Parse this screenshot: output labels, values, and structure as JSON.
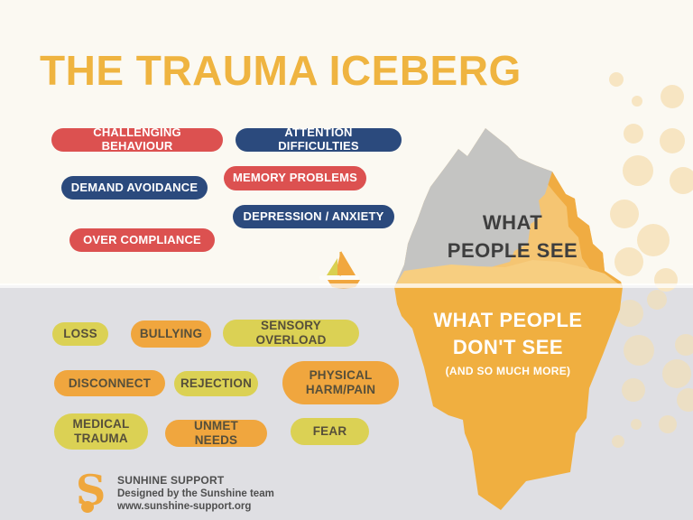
{
  "title": "THE TRAUMA ICEBERG",
  "above_water": {
    "heading_line1": "WHAT",
    "heading_line2": "PEOPLE SEE",
    "pills": [
      {
        "label": "CHALLENGING BEHAVIOUR",
        "color": "#DC5150"
      },
      {
        "label": "ATTENTION DIFFICULTIES",
        "color": "#2B4A7D"
      },
      {
        "label": "DEMAND AVOIDANCE",
        "color": "#2B4A7D"
      },
      {
        "label": "MEMORY PROBLEMS",
        "color": "#DC5150"
      },
      {
        "label": "DEPRESSION / ANXIETY",
        "color": "#2B4A7D"
      },
      {
        "label": "OVER COMPLIANCE",
        "color": "#DC5150"
      }
    ]
  },
  "below_water": {
    "heading_line1": "WHAT PEOPLE",
    "heading_line2": "DON'T SEE",
    "subheading": "(AND SO MUCH MORE)",
    "pills": [
      {
        "label": "LOSS",
        "color": "#DBD154"
      },
      {
        "label": "BULLYING",
        "color": "#F0A63E"
      },
      {
        "label": "SENSORY OVERLOAD",
        "color": "#DBD154"
      },
      {
        "label": "DISCONNECT",
        "color": "#F0A63E"
      },
      {
        "label": "REJECTION",
        "color": "#DBD154"
      },
      {
        "label": "PHYSICAL HARM/PAIN",
        "color": "#F0A63E"
      },
      {
        "label": "MEDICAL TRAUMA",
        "color": "#DBD154"
      },
      {
        "label": "UNMET NEEDS",
        "color": "#F0A63E"
      },
      {
        "label": "FEAR",
        "color": "#DBD154"
      }
    ]
  },
  "footer": {
    "brand": "SUNHINE SUPPORT",
    "byline": "Designed by the Sunshine team",
    "website": "www.sunshine-support.org",
    "logo_letter": "S"
  },
  "icons": {
    "iceberg": "iceberg-illustration",
    "sailboat": "sailboat-icon",
    "dots": "dot-pattern",
    "logo": "sunshine-s-logo"
  },
  "colors": {
    "title_gold": "#EFB440",
    "pill_red": "#DC5150",
    "pill_blue": "#2B4A7D",
    "pill_orange": "#F0A63E",
    "pill_olive": "#DBD154",
    "iceberg_grey": "#C4C4C2",
    "iceberg_orange": "#F0AF40",
    "background_top": "#FBF9F2",
    "background_water": "#DFDFE3"
  }
}
